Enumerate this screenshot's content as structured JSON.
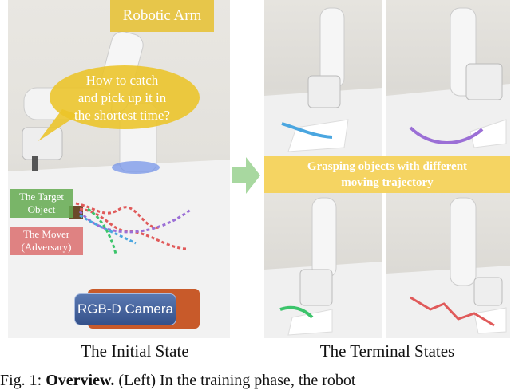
{
  "left_panel": {
    "robotic_arm_label": "Robotic Arm",
    "speech_bubble_lines": [
      "How to catch",
      "and pick up it in",
      "the shortest time?"
    ],
    "target_label_lines": [
      "The Target",
      "Object"
    ],
    "mover_label_lines": [
      "The Mover",
      "(Adversary)"
    ],
    "camera_label": "RGB-D Camera",
    "caption": "The Initial State"
  },
  "right_panel": {
    "banner_lines": [
      "Grasping objects with different",
      "moving trajectory"
    ],
    "caption": "The Terminal States"
  },
  "figure_caption": {
    "prefix": "Fig. 1: ",
    "bold": "Overview.",
    "rest": " (Left) In the training phase, the robot"
  },
  "colors": {
    "trajectory_green": "#3cc46b",
    "trajectory_red": "#e05a5a",
    "trajectory_purple": "#9b6fd6",
    "trajectory_blue": "#4aa6e0",
    "banner_yellow": "#f4d25a",
    "arrow_green": "#a8d8a0"
  }
}
